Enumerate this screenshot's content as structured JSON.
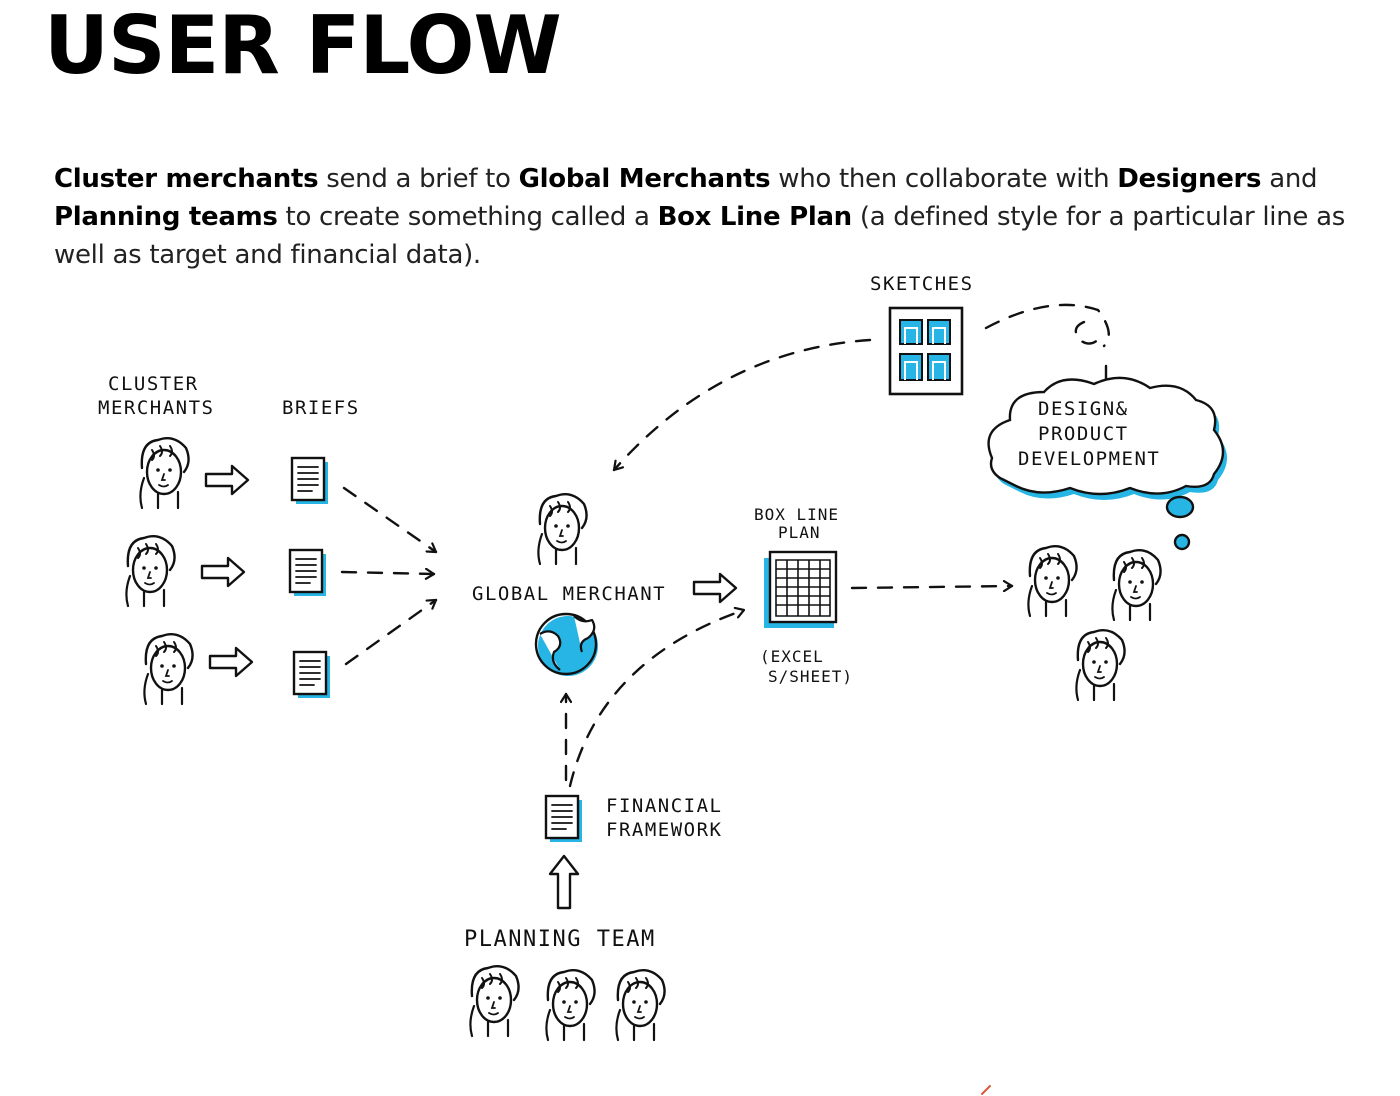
{
  "title": "USER FLOW",
  "intro": [
    {
      "text": "Cluster merchants",
      "bold": true
    },
    {
      "text": " send a brief to ",
      "bold": false
    },
    {
      "text": "Global Merchants",
      "bold": true
    },
    {
      "text": " who then collaborate with ",
      "bold": false
    },
    {
      "text": "Designers",
      "bold": true
    },
    {
      "text": " and ",
      "bold": false
    },
    {
      "text": "Planning teams",
      "bold": true
    },
    {
      "text": " to create something called a ",
      "bold": false
    },
    {
      "text": "Box Line Plan",
      "bold": true
    },
    {
      "text": " (a defined style for a particular line as well as target and financial data).",
      "bold": false
    }
  ],
  "labels": {
    "cluster_1": "CLUSTER",
    "cluster_2": "MERCHANTS",
    "briefs": "BRIEFS",
    "global_merchant": "GLOBAL MERCHANT",
    "sketches": "SKETCHES",
    "design_1": "DESIGN&",
    "design_2": "PRODUCT",
    "design_3": "DEVELOPMENT",
    "box_line_1": "BOX LINE",
    "box_line_2": "PLAN",
    "excel_1": "(EXCEL",
    "excel_2": "S/SHEET)",
    "financial_1": "FINANCIAL",
    "financial_2": "FRAMEWORK",
    "planning_team": "PLANNING TEAM"
  },
  "colors": {
    "accent": "#27b5e5",
    "ink": "#111111"
  },
  "icons": [
    "person-icon",
    "document-icon",
    "globe-icon",
    "spreadsheet-icon",
    "sketches-icon",
    "thought-cloud-icon",
    "arrow-icon"
  ]
}
